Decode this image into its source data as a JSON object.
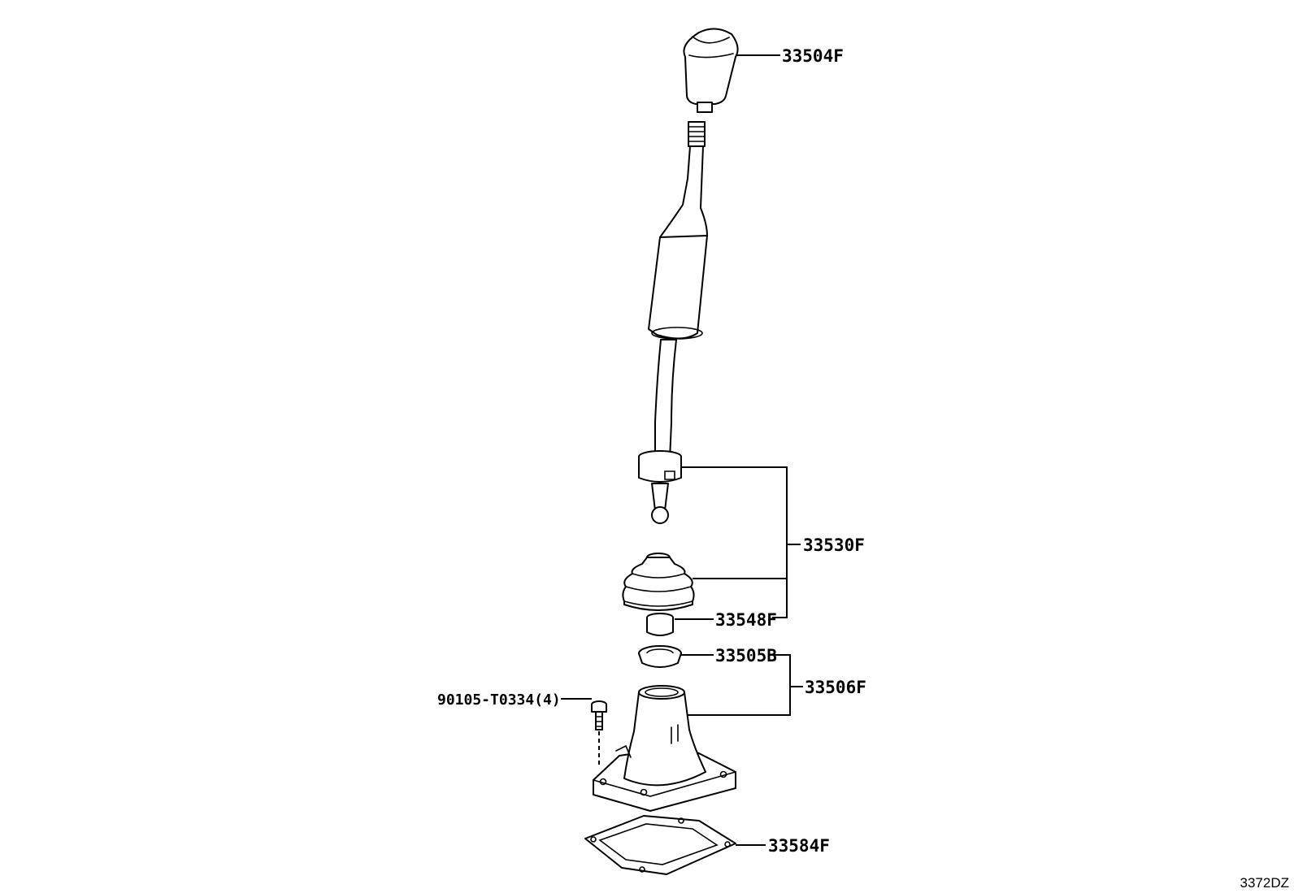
{
  "parts": {
    "knob": "33504F",
    "lever_assy": "33530F",
    "bushing": "33548F",
    "seal": "33505B",
    "retainer": "33506F",
    "bolt": "90105-T0334(4)",
    "gasket": "33584F"
  },
  "diagram_code": "3372DZ"
}
